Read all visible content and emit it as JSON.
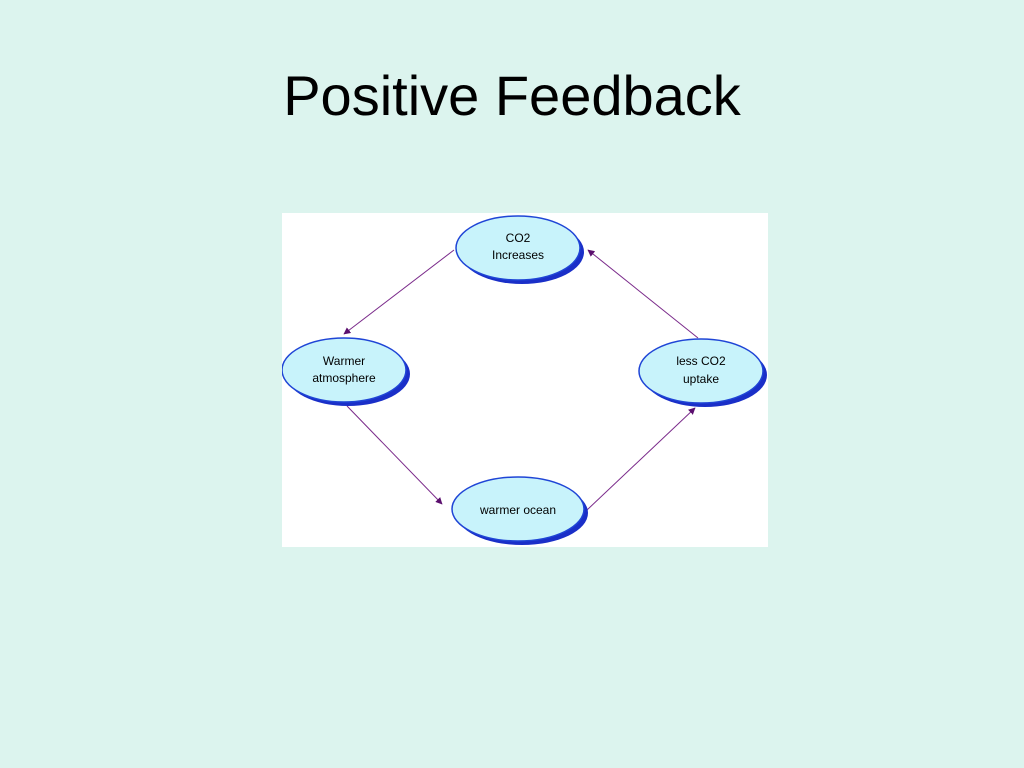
{
  "slide": {
    "title": "Positive Feedback"
  },
  "diagram": {
    "node_fill": "#c8f3fb",
    "node_stroke": "#1f45d6",
    "node_shadow": "#1a2fc8",
    "arrow_color": "#7a2a8a",
    "arrowhead_color": "#5b0f6e",
    "nodes": {
      "co2_increases": {
        "line1": "CO2",
        "line2": "Increases"
      },
      "warmer_atmosphere": {
        "line1": "Warmer",
        "line2": "atmosphere"
      },
      "less_co2_uptake": {
        "line1": "less CO2",
        "line2": "uptake"
      },
      "warmer_ocean": {
        "line1": "warmer ocean"
      }
    },
    "edges": [
      {
        "from": "co2_increases",
        "to": "warmer_atmosphere"
      },
      {
        "from": "warmer_atmosphere",
        "to": "warmer_ocean"
      },
      {
        "from": "warmer_ocean",
        "to": "less_co2_uptake"
      },
      {
        "from": "less_co2_uptake",
        "to": "co2_increases"
      }
    ]
  }
}
